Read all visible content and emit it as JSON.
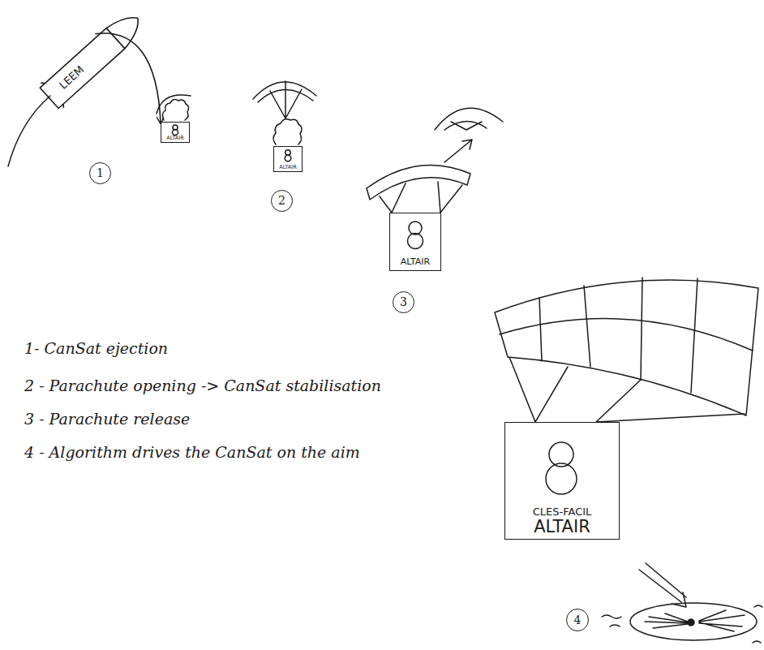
{
  "diagram": {
    "nodes": [
      {
        "text": [
          "LEEM"
        ]
      },
      {
        "text": [
          "ALTAIR"
        ]
      },
      {
        "text": [
          "1"
        ]
      },
      {
        "text": [
          "ALTAIR"
        ]
      },
      {
        "text": [
          "2"
        ]
      },
      {
        "text": [
          "ALTAIR"
        ]
      },
      {
        "text": [
          "3"
        ]
      },
      {
        "text": [
          "CLES-FACIL",
          "ALTAIR"
        ]
      },
      {
        "text": [
          "4"
        ]
      }
    ],
    "edges": [
      {
        "from": 0,
        "to": 1,
        "arrow": "to"
      }
    ],
    "labels": [
      "1- CanSat ejection",
      "2 - Parachute opening -> CanSat stabilisation",
      "3 - Parachute release",
      "4 - Algorithm drives the CanSat on the aim"
    ]
  }
}
